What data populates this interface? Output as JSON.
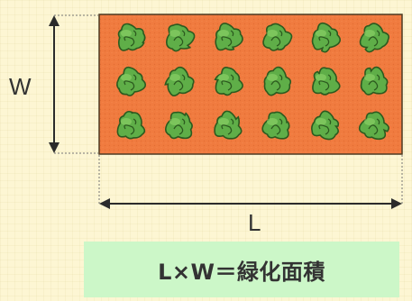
{
  "dimensions": {
    "width_label": "W",
    "length_label": "L"
  },
  "plot": {
    "rows": 3,
    "columns": 6,
    "plant_icon": "shrub-icon"
  },
  "formula": {
    "text": "L×W＝緑化面積"
  },
  "colors": {
    "background": "#fdf6d3",
    "plot_fill": "#f07b3f",
    "plot_border": "#4d3a22",
    "shrub_fill": "#5fae48",
    "shrub_outline": "#2c5a1f",
    "formula_background": "#ccf7c8",
    "dimension_line": "#2b2b2b"
  }
}
